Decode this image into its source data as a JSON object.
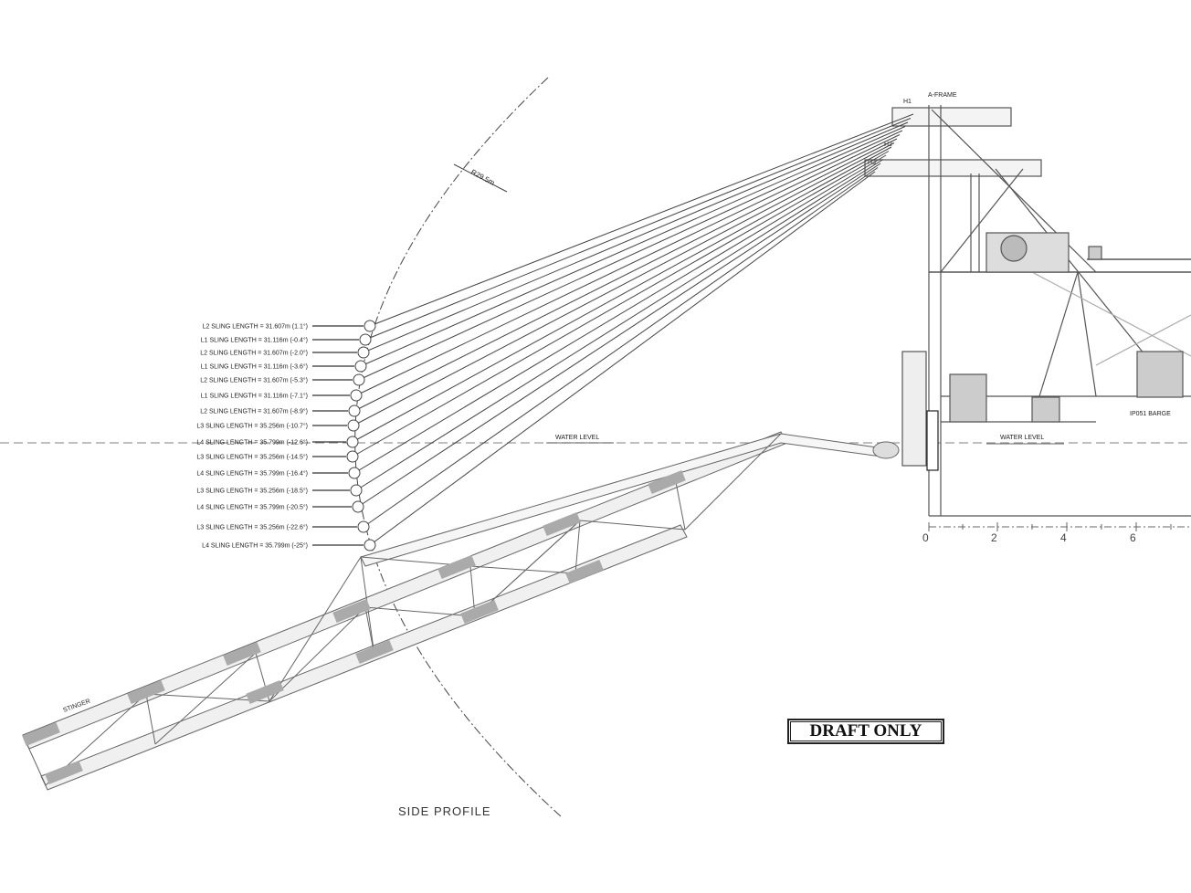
{
  "drawing": {
    "stamp": "DRAFT ONLY",
    "view_title": "SIDE PROFILE",
    "radius_label": "R29.5m",
    "aframe_label": "A-FRAME",
    "hook_labels": [
      "H1",
      "H2",
      "H3"
    ],
    "stinger_label": "STINGER",
    "water_level_left": "WATER LEVEL",
    "water_level_right": "WATER LEVEL",
    "barge_label": "IP051 BARGE",
    "scale_ticks": [
      "0",
      "2",
      "4",
      "6"
    ]
  },
  "slings": [
    "L2 SLING LENGTH = 31.607m (1.1°)",
    "L1 SLING LENGTH = 31.116m (-0.4°)",
    "L2 SLING LENGTH = 31.607m (-2.0°)",
    "L1 SLING LENGTH = 31.116m (-3.6°)",
    "L2 SLING LENGTH = 31.607m (-5.3°)",
    "L1 SLING LENGTH = 31.116m (-7.1°)",
    "L2 SLING LENGTH = 31.607m (-8.9°)",
    "L3 SLING LENGTH = 35.256m (-10.7°)",
    "L4 SLING LENGTH = 35.799m (-12.6°)",
    "L3 SLING LENGTH = 35.256m (-14.5°)",
    "L4 SLING LENGTH = 35.799m (-16.4°)",
    "L3 SLING LENGTH = 35.256m (-18.5°)",
    "L4 SLING LENGTH = 35.799m (-20.5°)",
    "L3 SLING LENGTH = 35.256m (-22.6°)",
    "L4 SLING LENGTH = 35.799m (-25°)"
  ]
}
